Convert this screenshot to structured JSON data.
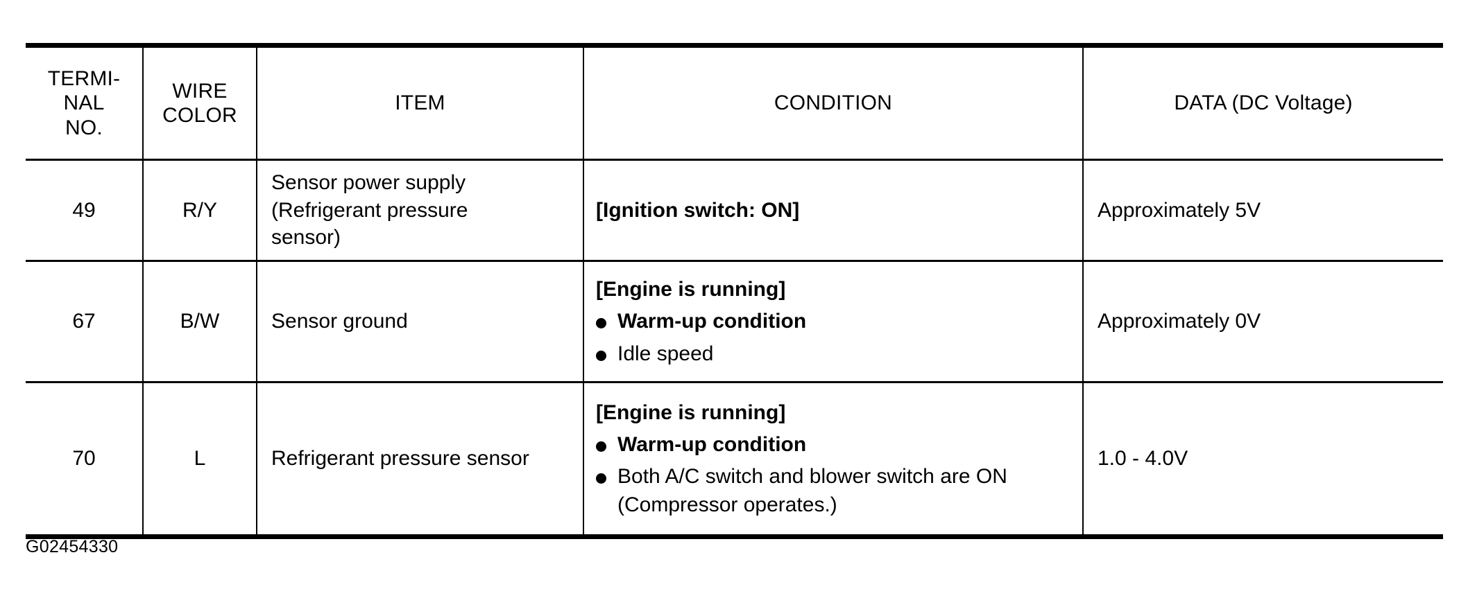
{
  "document": {
    "figure_code": "G02454330"
  },
  "table": {
    "headers": [
      {
        "name": "terminal-no",
        "lines": [
          "TERMI-",
          "NAL",
          "NO."
        ]
      },
      {
        "name": "wire-color",
        "lines": [
          "WIRE",
          "COLOR"
        ]
      },
      {
        "name": "item",
        "lines": [
          "ITEM"
        ]
      },
      {
        "name": "condition",
        "lines": [
          "CONDITION"
        ]
      },
      {
        "name": "data",
        "lines": [
          "DATA (DC Voltage)"
        ]
      }
    ],
    "rows": [
      {
        "terminal_no": "49",
        "wire_color": "R/Y",
        "item_lines": [
          "Sensor power supply",
          "(Refrigerant pressure",
          "sensor)"
        ],
        "condition": {
          "heading": "[Ignition switch: ON]",
          "bullets": []
        },
        "data": "Approximately 5V"
      },
      {
        "terminal_no": "67",
        "wire_color": "B/W",
        "item_lines": [
          "Sensor ground"
        ],
        "condition": {
          "heading": "[Engine is running]",
          "bullets": [
            {
              "text": "Warm-up condition",
              "sub": "",
              "bold": true
            },
            {
              "text": "Idle speed",
              "sub": "",
              "bold": false
            }
          ]
        },
        "data": "Approximately 0V"
      },
      {
        "terminal_no": "70",
        "wire_color": "L",
        "item_lines": [
          "Refrigerant pressure sensor"
        ],
        "condition": {
          "heading": "[Engine is running]",
          "bullets": [
            {
              "text": "Warm-up condition",
              "sub": "",
              "bold": true
            },
            {
              "text": "Both A/C switch and blower switch are ON",
              "sub": "(Compressor operates.)",
              "bold": false
            }
          ]
        },
        "data": "1.0 - 4.0V"
      }
    ]
  },
  "colors": {
    "ink": "#000000",
    "paper": "#ffffff"
  }
}
